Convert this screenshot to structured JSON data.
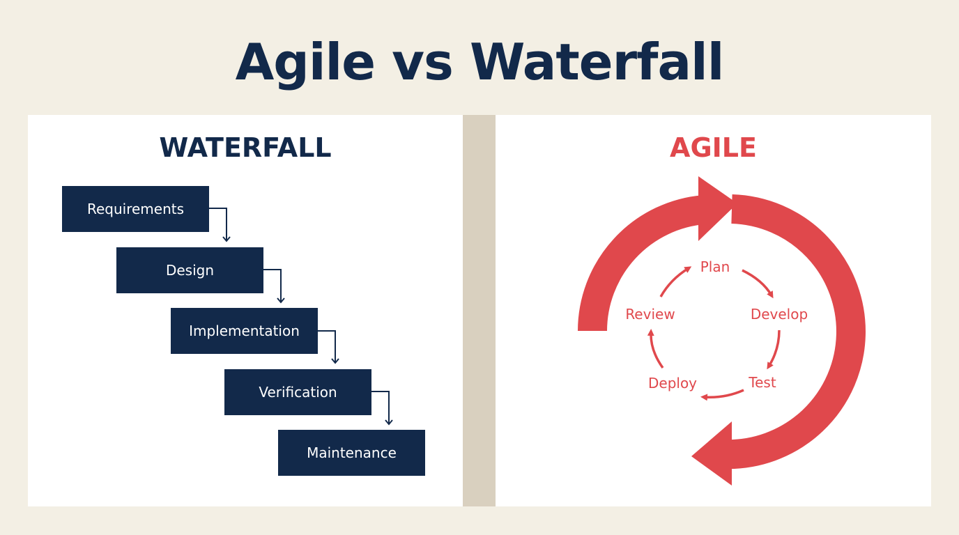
{
  "title": "Agile vs Waterfall",
  "waterfall": {
    "heading": "WATERFALL",
    "steps": [
      "Requirements",
      "Design",
      "Implementation",
      "Verification",
      "Maintenance"
    ]
  },
  "agile": {
    "heading": "AGILE",
    "stages": [
      "Plan",
      "Develop",
      "Test",
      "Deploy",
      "Review"
    ]
  },
  "colors": {
    "navy": "#12294a",
    "red": "#e0484c",
    "background": "#f3efe4",
    "divider": "#d9d0bf"
  }
}
